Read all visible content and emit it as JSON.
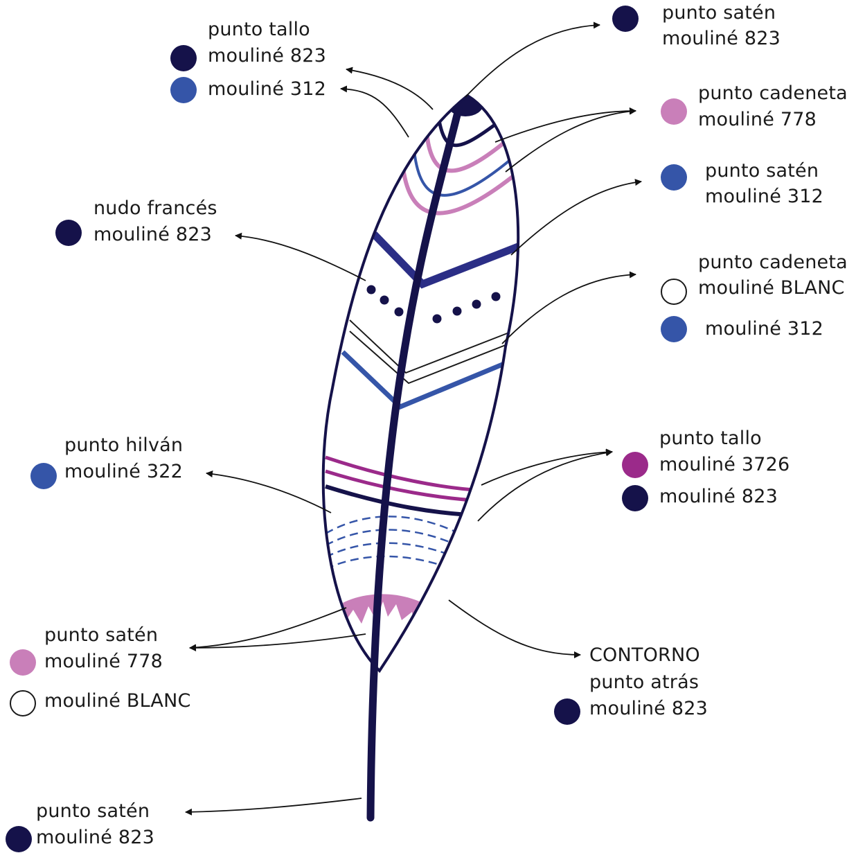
{
  "colors": {
    "navy_823": "#15124a",
    "blue_312": "#3555a8",
    "pink_778": "#c97fb9",
    "magenta_3726": "#9b2a8a",
    "blue_322": "#3555a8",
    "blanc": "#ffffff",
    "arrow": "#111111"
  },
  "legend": {
    "tallo_top": {
      "stitch": "punto tallo",
      "thread_a": "mouliné  823",
      "thread_b": "mouliné  312"
    },
    "saten_tip": {
      "stitch": "punto satén",
      "thread": "mouliné 823"
    },
    "cadeneta_778": {
      "stitch": "punto cadeneta",
      "thread": "mouliné  778"
    },
    "saten_312": {
      "stitch": "punto satén",
      "thread": "mouliné  312"
    },
    "nudo": {
      "stitch": "nudo francés",
      "thread": "mouliné  823"
    },
    "cadeneta_blanc": {
      "stitch": "punto cadeneta",
      "thread_a": "mouliné  BLANC",
      "thread_b": "mouliné  312"
    },
    "hilvan": {
      "stitch": "punto hilván",
      "thread": "mouliné  322"
    },
    "tallo_3726": {
      "stitch": "punto tallo",
      "thread_a": "mouliné  3726",
      "thread_b": "mouliné  823"
    },
    "saten_778": {
      "stitch": "punto satén",
      "thread_a": "mouliné  778",
      "thread_b": "mouliné  BLANC"
    },
    "contorno": {
      "title": "CONTORNO",
      "stitch": "punto atrás",
      "thread": "mouliné  823"
    },
    "saten_stem": {
      "stitch": "punto satén",
      "thread": "mouliné  823"
    }
  }
}
